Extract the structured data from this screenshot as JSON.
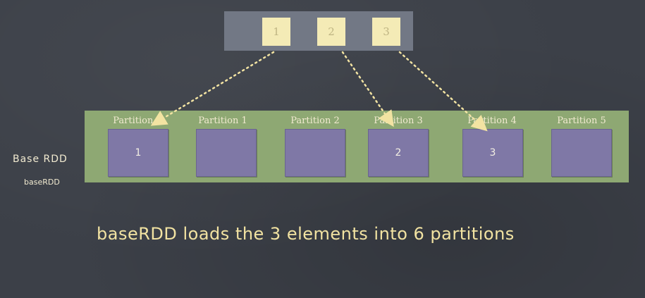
{
  "source": {
    "elements": [
      "1",
      "2",
      "3"
    ]
  },
  "rdd": {
    "label": "Base RDD",
    "variable": "baseRDD",
    "partitions": [
      {
        "label": "Partition 0",
        "value": "1"
      },
      {
        "label": "Partition 1",
        "value": ""
      },
      {
        "label": "Partition 2",
        "value": ""
      },
      {
        "label": "Partition 3",
        "value": "2"
      },
      {
        "label": "Partition 4",
        "value": "3"
      },
      {
        "label": "Partition 5",
        "value": ""
      }
    ]
  },
  "caption": "baseRDD loads the 3 elements into 6 partitions",
  "colors": {
    "background": "#3c4048",
    "source_bar": "#727885",
    "element": "#f4ebb6",
    "rdd_bar": "#8ea873",
    "partition": "#7f78a6",
    "caption": "#f2e3a2",
    "arrow": "#f2e3a2"
  }
}
